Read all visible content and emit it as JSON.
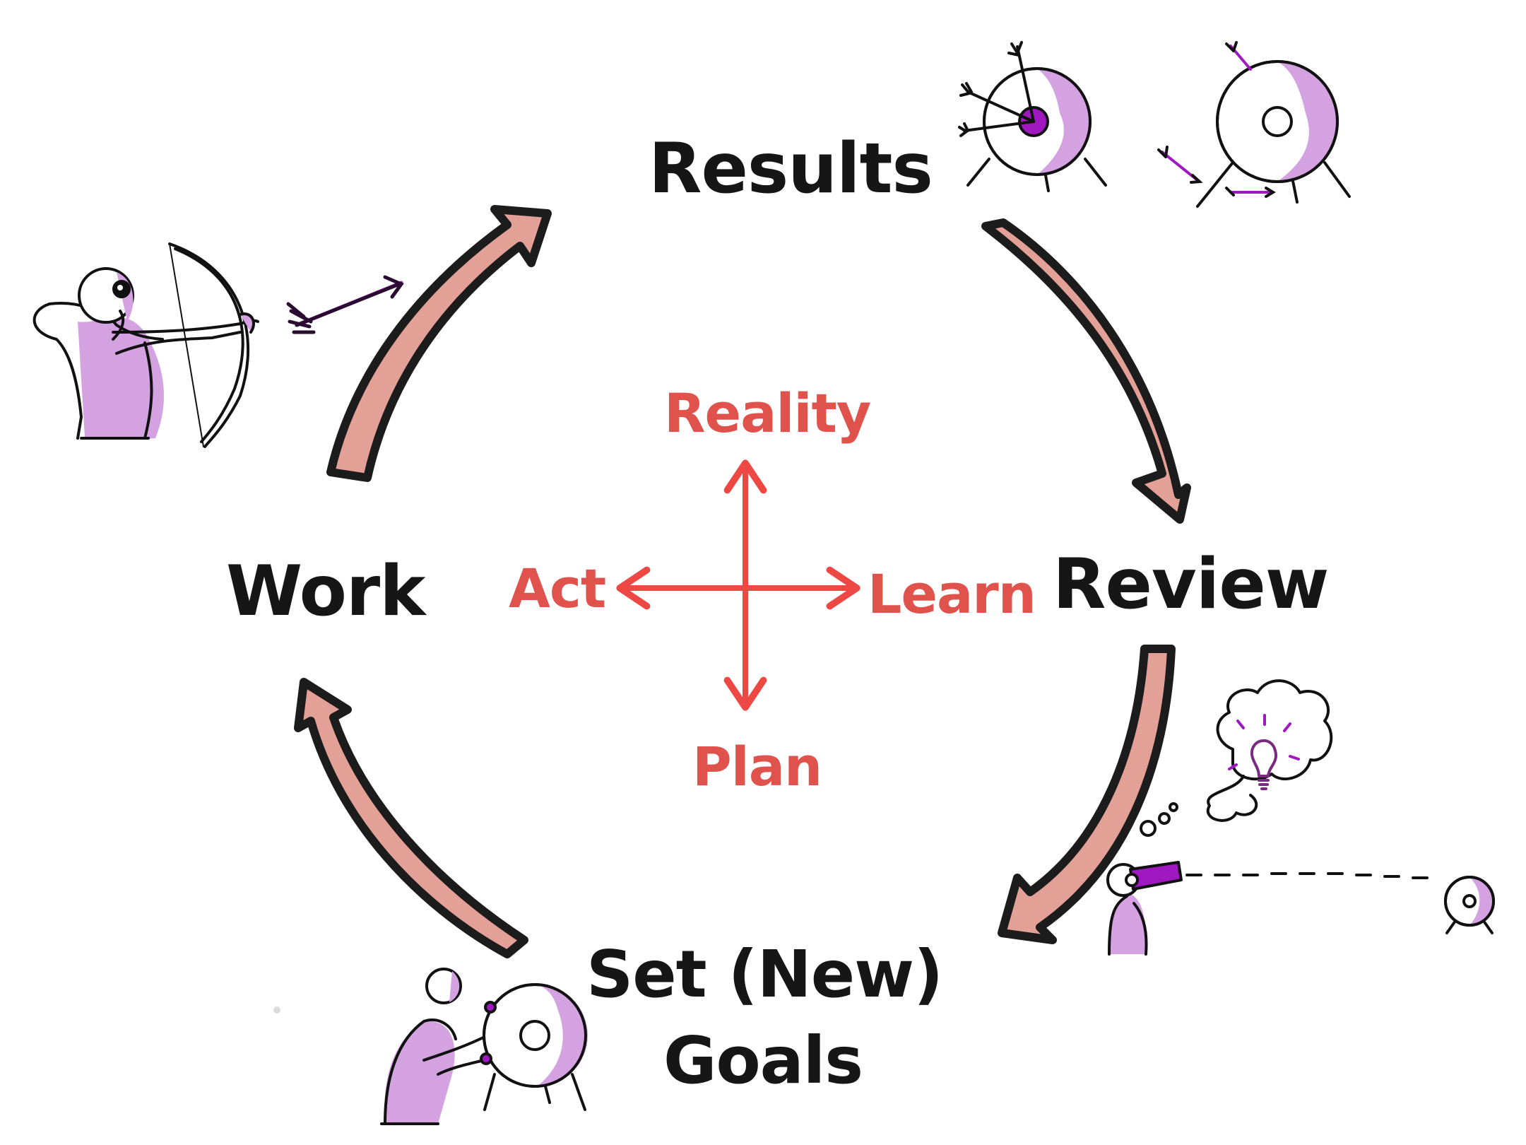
{
  "cycle": {
    "results_label": "Results",
    "review_label": "Review",
    "goals_label_line1": "Set (New)",
    "goals_label_line2": "Goals",
    "work_label": "Work"
  },
  "compass": {
    "top_label": "Reality",
    "left_label": "Act",
    "right_label": "Learn",
    "bottom_label": "Plan"
  },
  "colors": {
    "outer_text": "#161616",
    "inner_text": "#e0524c",
    "cycle_arrow_fill": "#e3a096",
    "cycle_arrow_stroke": "#1c1c1c",
    "compass_arrows": "#ee4844",
    "accent_purple": "#d4a2e0",
    "accent_magenta": "#a018c0"
  },
  "icons": [
    "archer-icon",
    "target-hit-icon",
    "target-missed-icon",
    "thinking-telescope-icon",
    "goal-setting-icon"
  ]
}
